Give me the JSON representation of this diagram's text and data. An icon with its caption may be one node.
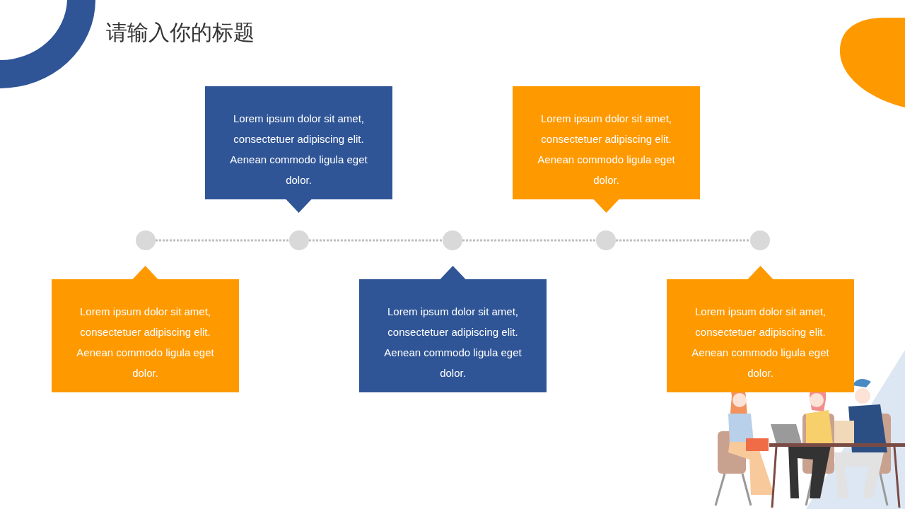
{
  "diagram": {
    "title": "请输入你的标题",
    "nodes": [
      {
        "text": [
          "Lorem ipsum dolor sit amet, consectetuer adipiscing elit. Aenean commodo ligula eget dolor."
        ]
      },
      {
        "text": [
          "Lorem ipsum dolor sit amet, consectetuer adipiscing elit. Aenean commodo ligula eget dolor."
        ]
      },
      {
        "text": [],
        "shape": "circle"
      },
      {
        "text": [],
        "shape": "circle"
      },
      {
        "text": [],
        "shape": "circle"
      },
      {
        "text": [],
        "shape": "circle"
      },
      {
        "text": [],
        "shape": "circle"
      },
      {
        "text": [
          "Lorem ipsum dolor sit amet, consectetuer adipiscing elit. Aenean commodo ligula eget dolor."
        ]
      },
      {
        "text": [
          "Lorem ipsum dolor sit amet, consectetuer adipiscing elit. Aenean commodo ligula eget dolor."
        ]
      },
      {
        "text": [
          "Lorem ipsum dolor sit amet, consectetuer adipiscing elit. Aenean commodo ligula eget dolor."
        ]
      }
    ],
    "edges": [
      {
        "from": 2,
        "to": 3,
        "arrow": "none",
        "style": "dashed"
      },
      {
        "from": 3,
        "to": 4,
        "arrow": "none",
        "style": "dashed"
      },
      {
        "from": 4,
        "to": 5,
        "arrow": "none",
        "style": "dashed"
      },
      {
        "from": 5,
        "to": 6,
        "arrow": "none",
        "style": "dashed"
      }
    ]
  }
}
